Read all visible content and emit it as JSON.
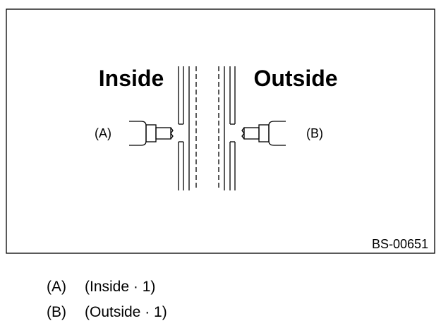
{
  "diagram": {
    "label_inside": "Inside",
    "label_outside": "Outside",
    "callout_a": "(A)",
    "callout_b": "(B)",
    "figure_code": "BS-00651"
  },
  "legend": [
    {
      "key": "(A)",
      "text": "(Inside · 1)"
    },
    {
      "key": "(B)",
      "text": "(Outside · 1)"
    }
  ]
}
